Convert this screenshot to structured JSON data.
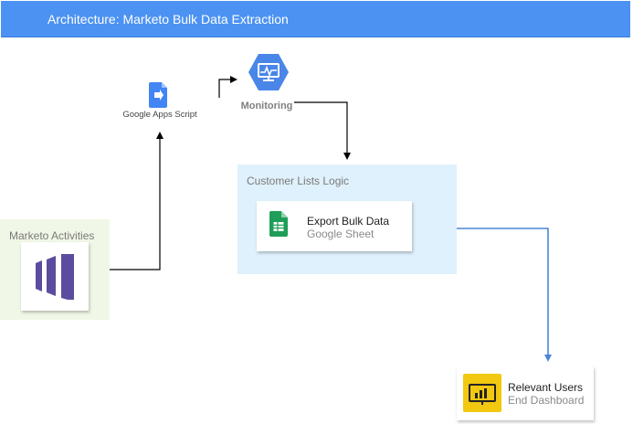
{
  "header": {
    "title": "Architecture: Marketo Bulk Data Extraction"
  },
  "nodes": {
    "apps_script": {
      "label": "Google Apps Script",
      "icon": "google-apps-script-icon"
    },
    "monitoring": {
      "label": "Monitoring",
      "icon": "monitoring-icon"
    },
    "customer_lists": {
      "label": "Customer Lists Logic"
    },
    "export": {
      "title": "Export Bulk Data",
      "subtitle": "Google Sheet",
      "icon": "google-sheets-icon"
    },
    "marketo": {
      "label": "Marketo Activities",
      "icon": "marketo-icon"
    },
    "users": {
      "title": "Relevant Users",
      "subtitle": "End Dashboard",
      "icon": "power-bi-icon"
    }
  },
  "colors": {
    "header_bg": "#4b92f2",
    "customer_group_bg": "#dff1fc",
    "marketo_group_bg": "#f0f7e6",
    "flow_accent": "#4a86d6",
    "marketo_purple": "#5c4c9f",
    "sheets_green": "#1e9e58",
    "powerbi_yellow": "#f2c811"
  }
}
